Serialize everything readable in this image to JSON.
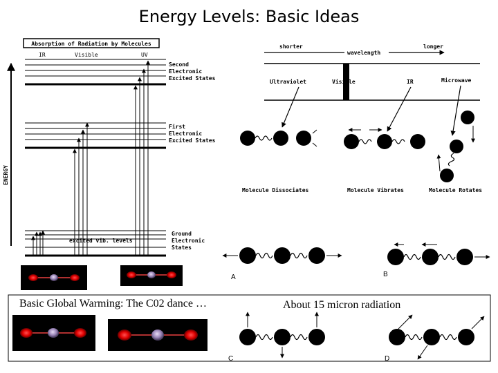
{
  "title": "Energy Levels: Basic Ideas",
  "left_diagram": {
    "header": "Absorption of Radiation by Molecules",
    "columns": [
      "IR",
      "Visible",
      "UV"
    ],
    "axis_label": "ENERGY",
    "state_second": [
      "Second",
      "Electronic",
      "Excited States"
    ],
    "state_first": [
      "First",
      "Electronic",
      "Excited States"
    ],
    "state_ground": [
      "Ground",
      "Electronic",
      "States"
    ],
    "vib_label": "excited vib. levels"
  },
  "right_diagram": {
    "shorter": "shorter",
    "wavelength": "wavelength",
    "longer": "longer",
    "bands": [
      "Ultraviolet",
      "Visible",
      "IR",
      "Microwave"
    ],
    "effects": [
      "Molecule Dissociates",
      "Molecule Vibrates",
      "Molecule Rotates"
    ]
  },
  "modes": {
    "a": "A",
    "b": "B",
    "c": "C",
    "d": "D"
  },
  "captions": {
    "left": "Basic Global Warming:  The C02 dance …",
    "right": "About 15 micron radiation"
  },
  "colors": {
    "oxygen": "#e00000",
    "carbon": "#9b86b8",
    "background": "#000000"
  }
}
